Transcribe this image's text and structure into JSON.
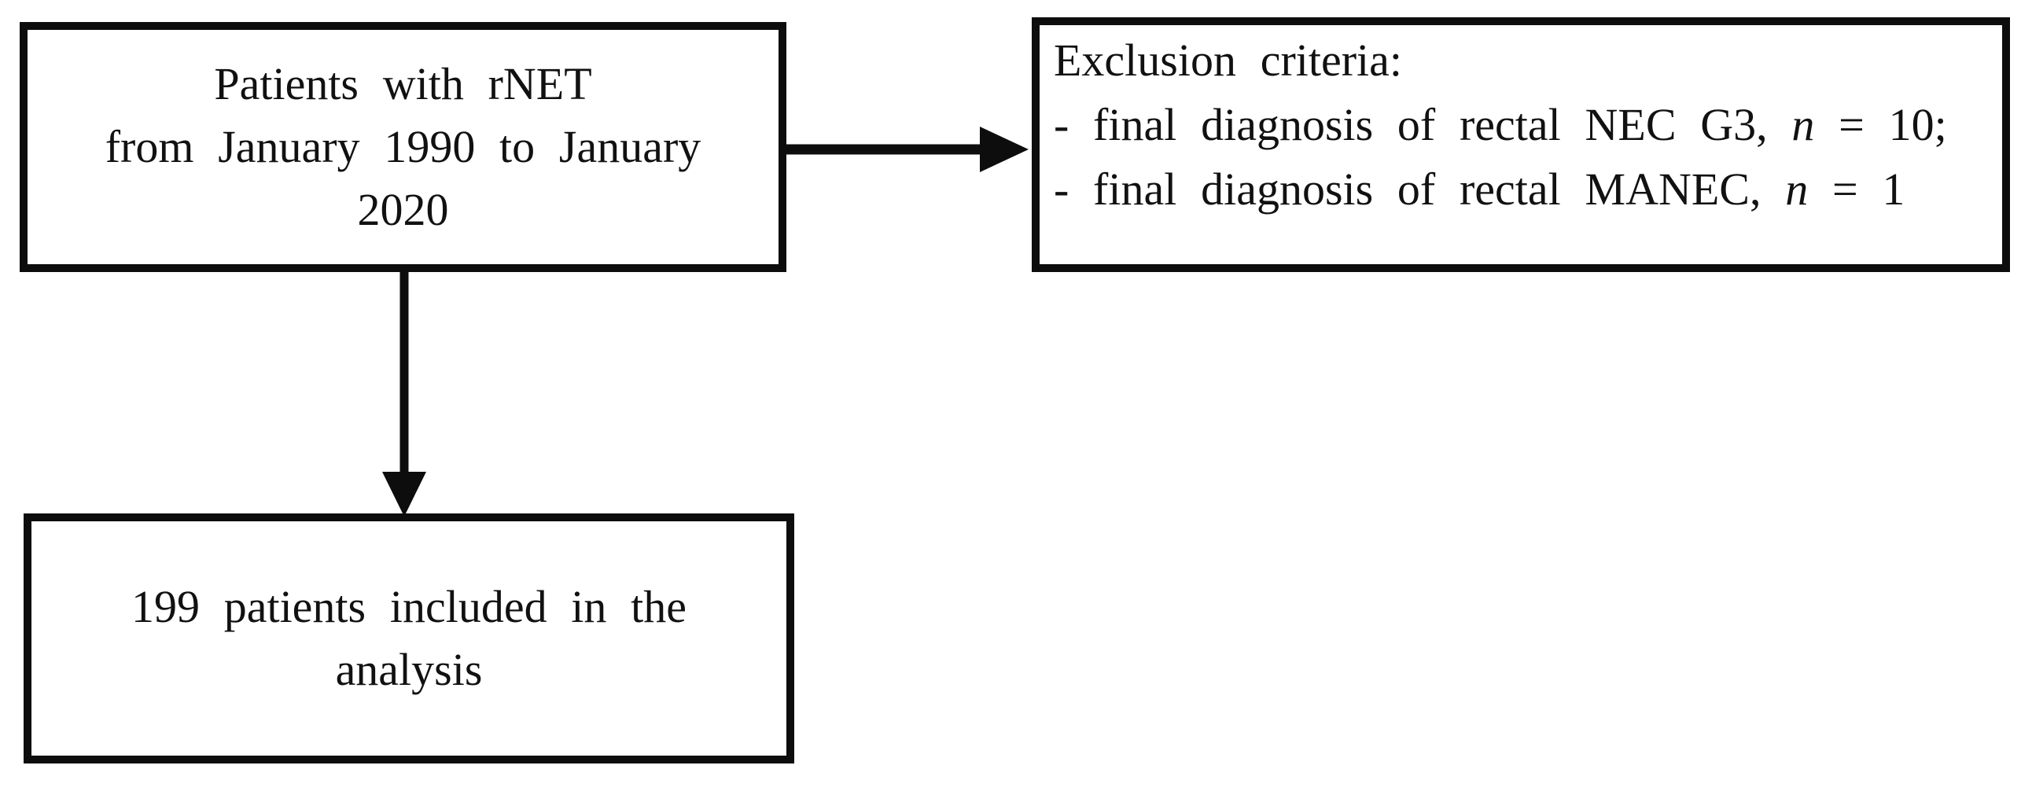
{
  "nodes": {
    "patients": {
      "lines": [
        "Patients with rNET",
        "from January 1990 to January",
        "2020"
      ]
    },
    "exclusion": {
      "heading": "Exclusion criteria:",
      "items": [
        {
          "prefix": "- final diagnosis of rectal NEC G3, ",
          "var": "n",
          "suffix": " = 10;"
        },
        {
          "prefix": "- final diagnosis of rectal MANEC, ",
          "var": "n",
          "suffix": " = 1"
        }
      ]
    },
    "included": {
      "lines": [
        "199 patients included in the",
        "analysis"
      ]
    }
  },
  "colors": {
    "ink": "#0d0d0d",
    "background": "#ffffff"
  }
}
